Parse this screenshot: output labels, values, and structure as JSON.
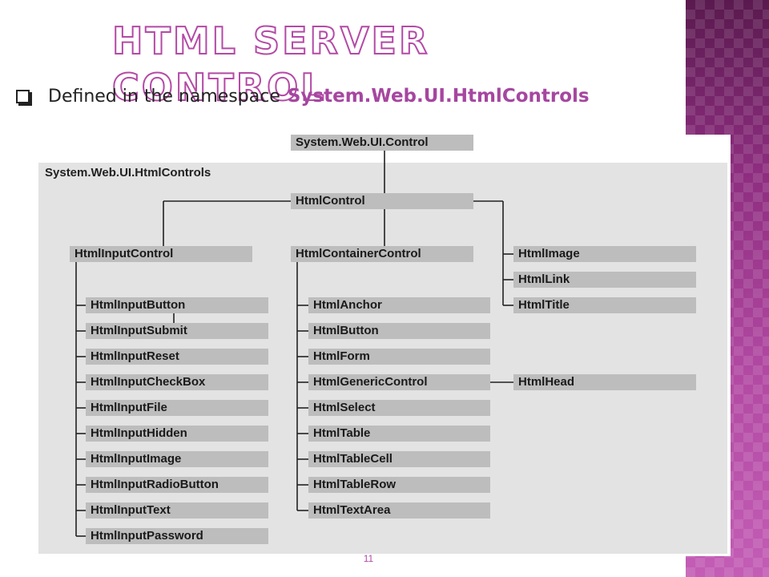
{
  "slide": {
    "title": "HTML SERVER CONTROL",
    "bullet_text": "Defined in the namespace",
    "bullet_namespace": "System.Web.UI.HtmlControls",
    "page_number": "11"
  },
  "diagram": {
    "namespace_label": "System.Web.UI.HtmlControls",
    "root": "System.Web.UI.Control",
    "base": "HtmlControl",
    "input_control": {
      "label": "HtmlInputControl",
      "children": [
        "HtmlInputButton",
        "HtmlInputSubmit",
        "HtmlInputReset",
        "HtmlInputCheckBox",
        "HtmlInputFile",
        "HtmlInputHidden",
        "HtmlInputImage",
        "HtmlInputRadioButton",
        "HtmlInputText",
        "HtmlInputPassword"
      ]
    },
    "container_control": {
      "label": "HtmlContainerControl",
      "children": [
        "HtmlAnchor",
        "HtmlButton",
        "HtmlForm",
        "HtmlGenericControl",
        "HtmlSelect",
        "HtmlTable",
        "HtmlTableCell",
        "HtmlTableRow",
        "HtmlTextArea"
      ]
    },
    "direct_children": [
      "HtmlImage",
      "HtmlLink",
      "HtmlTitle"
    ],
    "generic_child": "HtmlHead"
  },
  "colors": {
    "accent": "#a646a0",
    "node": "#bdbdbd",
    "panel": "#e3e3e3",
    "strip": "#a0388f"
  }
}
